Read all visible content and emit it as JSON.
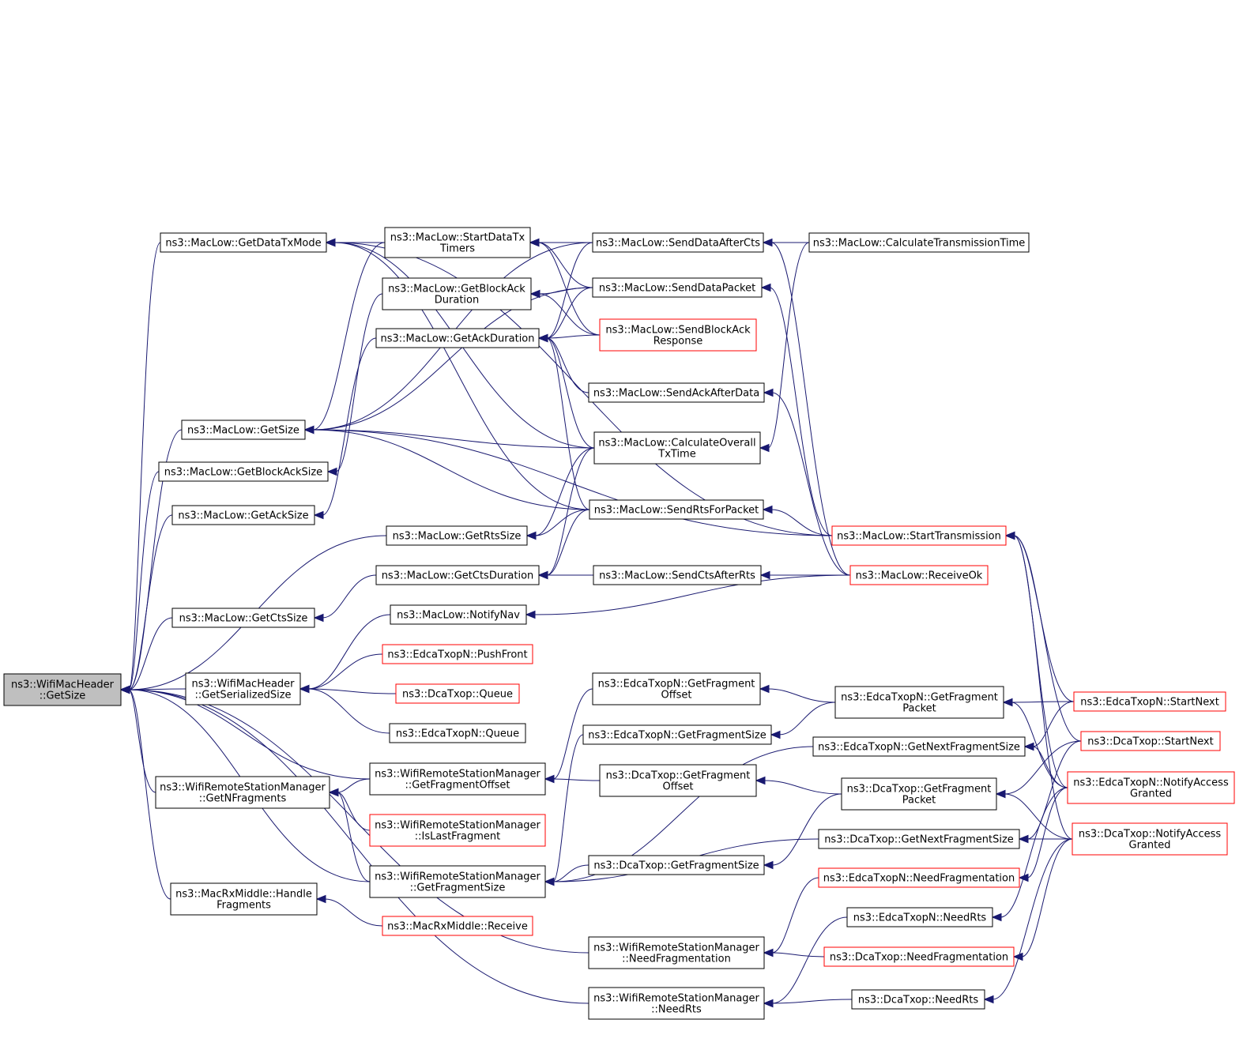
{
  "colors": {
    "edge": "#191970",
    "root_fill": "#bfbfbf",
    "normal_border": "#000000",
    "truncated_border": "#ff0000",
    "node_fill": "#ffffff"
  },
  "nodes": {
    "root": {
      "lines": [
        "ns3::WifiMacHeader",
        "::GetSize"
      ],
      "root": true
    },
    "getDataTxMode": {
      "lines": [
        "ns3::MacLow::GetDataTxMode"
      ]
    },
    "getSize": {
      "lines": [
        "ns3::MacLow::GetSize"
      ]
    },
    "getBlockAckSize": {
      "lines": [
        "ns3::MacLow::GetBlockAckSize"
      ]
    },
    "getAckSize": {
      "lines": [
        "ns3::MacLow::GetAckSize"
      ]
    },
    "getCtsSize": {
      "lines": [
        "ns3::MacLow::GetCtsSize"
      ]
    },
    "getSerializedSize": {
      "lines": [
        "ns3::WifiMacHeader",
        "::GetSerializedSize"
      ]
    },
    "getNFragments": {
      "lines": [
        "ns3::WifiRemoteStationManager",
        "::GetNFragments"
      ]
    },
    "handleFragments": {
      "lines": [
        "ns3::MacRxMiddle::Handle",
        "Fragments"
      ]
    },
    "startDataTxTimers": {
      "lines": [
        "ns3::MacLow::StartDataTx",
        "Timers"
      ]
    },
    "getBlockAckDuration": {
      "lines": [
        "ns3::MacLow::GetBlockAck",
        "Duration"
      ]
    },
    "getAckDuration": {
      "lines": [
        "ns3::MacLow::GetAckDuration"
      ]
    },
    "getRtsSize": {
      "lines": [
        "ns3::MacLow::GetRtsSize"
      ]
    },
    "getCtsDuration": {
      "lines": [
        "ns3::MacLow::GetCtsDuration"
      ]
    },
    "notifyNav": {
      "lines": [
        "ns3::MacLow::NotifyNav"
      ]
    },
    "edcaPushFront": {
      "lines": [
        "ns3::EdcaTxopN::PushFront"
      ],
      "truncated": true
    },
    "dcaQueue": {
      "lines": [
        "ns3::DcaTxop::Queue"
      ],
      "truncated": true
    },
    "edcaQueue": {
      "lines": [
        "ns3::EdcaTxopN::Queue"
      ]
    },
    "wrsmGetFragmentOffset": {
      "lines": [
        "ns3::WifiRemoteStationManager",
        "::GetFragmentOffset"
      ]
    },
    "wrsmIsLastFragment": {
      "lines": [
        "ns3::WifiRemoteStationManager",
        "::IsLastFragment"
      ],
      "truncated": true
    },
    "wrsmGetFragmentSize": {
      "lines": [
        "ns3::WifiRemoteStationManager",
        "::GetFragmentSize"
      ]
    },
    "rxMiddleReceive": {
      "lines": [
        "ns3::MacRxMiddle::Receive"
      ],
      "truncated": true
    },
    "wrsmNeedFragmentation": {
      "lines": [
        "ns3::WifiRemoteStationManager",
        "::NeedFragmentation"
      ]
    },
    "wrsmNeedRts": {
      "lines": [
        "ns3::WifiRemoteStationManager",
        "::NeedRts"
      ]
    },
    "sendDataAfterCts": {
      "lines": [
        "ns3::MacLow::SendDataAfterCts"
      ]
    },
    "sendDataPacket": {
      "lines": [
        "ns3::MacLow::SendDataPacket"
      ]
    },
    "sendBlockAckResponse": {
      "lines": [
        "ns3::MacLow::SendBlockAck",
        "Response"
      ],
      "truncated": true
    },
    "sendAckAfterData": {
      "lines": [
        "ns3::MacLow::SendAckAfterData"
      ]
    },
    "calcOverallTxTime": {
      "lines": [
        "ns3::MacLow::CalculateOverall",
        "TxTime"
      ]
    },
    "sendRtsForPacket": {
      "lines": [
        "ns3::MacLow::SendRtsForPacket"
      ]
    },
    "sendCtsAfterRts": {
      "lines": [
        "ns3::MacLow::SendCtsAfterRts"
      ]
    },
    "edcaGetFragmentOffset": {
      "lines": [
        "ns3::EdcaTxopN::GetFragment",
        "Offset"
      ]
    },
    "edcaGetFragmentSize": {
      "lines": [
        "ns3::EdcaTxopN::GetFragmentSize"
      ]
    },
    "dcaGetFragmentOffset": {
      "lines": [
        "ns3::DcaTxop::GetFragment",
        "Offset"
      ]
    },
    "dcaGetFragmentSize": {
      "lines": [
        "ns3::DcaTxop::GetFragmentSize"
      ]
    },
    "calcTransmissionTime": {
      "lines": [
        "ns3::MacLow::CalculateTransmissionTime"
      ]
    },
    "startTransmission": {
      "lines": [
        "ns3::MacLow::StartTransmission"
      ],
      "truncated": true
    },
    "receiveOk": {
      "lines": [
        "ns3::MacLow::ReceiveOk"
      ],
      "truncated": true
    },
    "edcaGetFragmentPacket": {
      "lines": [
        "ns3::EdcaTxopN::GetFragment",
        "Packet"
      ]
    },
    "edcaGetNextFragmentSize": {
      "lines": [
        "ns3::EdcaTxopN::GetNextFragmentSize"
      ]
    },
    "dcaGetFragmentPacket": {
      "lines": [
        "ns3::DcaTxop::GetFragment",
        "Packet"
      ]
    },
    "dcaGetNextFragmentSize": {
      "lines": [
        "ns3::DcaTxop::GetNextFragmentSize"
      ]
    },
    "edcaNeedFragmentation": {
      "lines": [
        "ns3::EdcaTxopN::NeedFragmentation"
      ],
      "truncated": true
    },
    "edcaNeedRts": {
      "lines": [
        "ns3::EdcaTxopN::NeedRts"
      ]
    },
    "dcaNeedFragmentation": {
      "lines": [
        "ns3::DcaTxop::NeedFragmentation"
      ],
      "truncated": true
    },
    "dcaNeedRts": {
      "lines": [
        "ns3::DcaTxop::NeedRts"
      ]
    },
    "edcaStartNext": {
      "lines": [
        "ns3::EdcaTxopN::StartNext"
      ],
      "truncated": true
    },
    "dcaStartNext": {
      "lines": [
        "ns3::DcaTxop::StartNext"
      ],
      "truncated": true
    },
    "edcaNotifyAccessGranted": {
      "lines": [
        "ns3::EdcaTxopN::NotifyAccess",
        "Granted"
      ],
      "truncated": true
    },
    "dcaNotifyAccessGranted": {
      "lines": [
        "ns3::DcaTxop::NotifyAccess",
        "Granted"
      ],
      "truncated": true
    }
  },
  "edges": [
    [
      "root",
      "getDataTxMode"
    ],
    [
      "root",
      "getSize"
    ],
    [
      "root",
      "getBlockAckSize"
    ],
    [
      "root",
      "getAckSize"
    ],
    [
      "root",
      "getRtsSize"
    ],
    [
      "root",
      "getCtsSize"
    ],
    [
      "root",
      "getSerializedSize"
    ],
    [
      "root",
      "wrsmGetFragmentOffset"
    ],
    [
      "root",
      "getNFragments"
    ],
    [
      "root",
      "wrsmGetFragmentSize"
    ],
    [
      "root",
      "handleFragments"
    ],
    [
      "root",
      "wrsmNeedFragmentation"
    ],
    [
      "root",
      "wrsmNeedRts"
    ],
    [
      "getDataTxMode",
      "startDataTxTimers"
    ],
    [
      "getDataTxMode",
      "sendDataAfterCts"
    ],
    [
      "getDataTxMode",
      "calcOverallTxTime"
    ],
    [
      "getDataTxMode",
      "sendRtsForPacket"
    ],
    [
      "getDataTxMode",
      "calcTransmissionTime"
    ],
    [
      "getDataTxMode",
      "startTransmission"
    ],
    [
      "getSize",
      "calcOverallTxTime"
    ],
    [
      "getSize",
      "sendRtsForPacket"
    ],
    [
      "getSize",
      "sendDataAfterCts"
    ],
    [
      "getSize",
      "sendDataPacket"
    ],
    [
      "getSize",
      "startDataTxTimers"
    ],
    [
      "getSize",
      "startTransmission"
    ],
    [
      "getBlockAckSize",
      "getBlockAckDuration"
    ],
    [
      "getAckSize",
      "getAckDuration"
    ],
    [
      "getCtsSize",
      "getCtsDuration"
    ],
    [
      "getSerializedSize",
      "notifyNav"
    ],
    [
      "getSerializedSize",
      "edcaPushFront"
    ],
    [
      "getSerializedSize",
      "dcaQueue"
    ],
    [
      "getSerializedSize",
      "edcaQueue"
    ],
    [
      "getNFragments",
      "wrsmGetFragmentOffset"
    ],
    [
      "getNFragments",
      "wrsmIsLastFragment"
    ],
    [
      "getNFragments",
      "wrsmGetFragmentSize"
    ],
    [
      "handleFragments",
      "rxMiddleReceive"
    ],
    [
      "startDataTxTimers",
      "sendDataAfterCts"
    ],
    [
      "startDataTxTimers",
      "sendDataPacket"
    ],
    [
      "startDataTxTimers",
      "sendBlockAckResponse"
    ],
    [
      "getBlockAckDuration",
      "sendDataPacket"
    ],
    [
      "getBlockAckDuration",
      "sendBlockAckResponse"
    ],
    [
      "getAckDuration",
      "sendBlockAckResponse"
    ],
    [
      "getAckDuration",
      "sendDataAfterCts"
    ],
    [
      "getAckDuration",
      "sendDataPacket"
    ],
    [
      "getAckDuration",
      "sendAckAfterData"
    ],
    [
      "getAckDuration",
      "calcOverallTxTime"
    ],
    [
      "getAckDuration",
      "sendRtsForPacket"
    ],
    [
      "getRtsSize",
      "sendRtsForPacket"
    ],
    [
      "getRtsSize",
      "calcOverallTxTime"
    ],
    [
      "getCtsDuration",
      "sendCtsAfterRts"
    ],
    [
      "getCtsDuration",
      "sendRtsForPacket"
    ],
    [
      "getCtsDuration",
      "calcOverallTxTime"
    ],
    [
      "notifyNav",
      "receiveOk"
    ],
    [
      "sendDataAfterCts",
      "receiveOk"
    ],
    [
      "sendDataPacket",
      "startTransmission"
    ],
    [
      "sendAckAfterData",
      "receiveOk"
    ],
    [
      "calcOverallTxTime",
      "calcTransmissionTime"
    ],
    [
      "sendRtsForPacket",
      "startTransmission"
    ],
    [
      "sendCtsAfterRts",
      "receiveOk"
    ],
    [
      "wrsmGetFragmentOffset",
      "edcaGetFragmentOffset"
    ],
    [
      "wrsmGetFragmentOffset",
      "dcaGetFragmentOffset"
    ],
    [
      "wrsmGetFragmentSize",
      "edcaGetFragmentSize"
    ],
    [
      "wrsmGetFragmentSize",
      "dcaGetFragmentSize"
    ],
    [
      "wrsmGetFragmentSize",
      "edcaGetNextFragmentSize"
    ],
    [
      "wrsmGetFragmentSize",
      "dcaGetNextFragmentSize"
    ],
    [
      "edcaGetFragmentOffset",
      "edcaGetFragmentPacket"
    ],
    [
      "edcaGetFragmentSize",
      "edcaGetFragmentPacket"
    ],
    [
      "dcaGetFragmentOffset",
      "dcaGetFragmentPacket"
    ],
    [
      "dcaGetFragmentSize",
      "dcaGetFragmentPacket"
    ],
    [
      "wrsmNeedFragmentation",
      "edcaNeedFragmentation"
    ],
    [
      "wrsmNeedFragmentation",
      "dcaNeedFragmentation"
    ],
    [
      "wrsmNeedRts",
      "edcaNeedRts"
    ],
    [
      "wrsmNeedRts",
      "dcaNeedRts"
    ],
    [
      "startTransmission",
      "edcaStartNext"
    ],
    [
      "startTransmission",
      "dcaStartNext"
    ],
    [
      "startTransmission",
      "edcaNotifyAccessGranted"
    ],
    [
      "startTransmission",
      "dcaNotifyAccessGranted"
    ],
    [
      "edcaGetFragmentPacket",
      "edcaStartNext"
    ],
    [
      "edcaGetFragmentPacket",
      "edcaNotifyAccessGranted"
    ],
    [
      "edcaGetNextFragmentSize",
      "edcaStartNext"
    ],
    [
      "edcaGetNextFragmentSize",
      "edcaNotifyAccessGranted"
    ],
    [
      "dcaGetFragmentPacket",
      "dcaStartNext"
    ],
    [
      "dcaGetFragmentPacket",
      "dcaNotifyAccessGranted"
    ],
    [
      "dcaGetNextFragmentSize",
      "dcaStartNext"
    ],
    [
      "dcaGetNextFragmentSize",
      "dcaNotifyAccessGranted"
    ],
    [
      "edcaNeedFragmentation",
      "edcaNotifyAccessGranted"
    ],
    [
      "edcaNeedRts",
      "edcaNotifyAccessGranted"
    ],
    [
      "dcaNeedFragmentation",
      "dcaNotifyAccessGranted"
    ],
    [
      "dcaNeedRts",
      "dcaNotifyAccessGranted"
    ]
  ]
}
